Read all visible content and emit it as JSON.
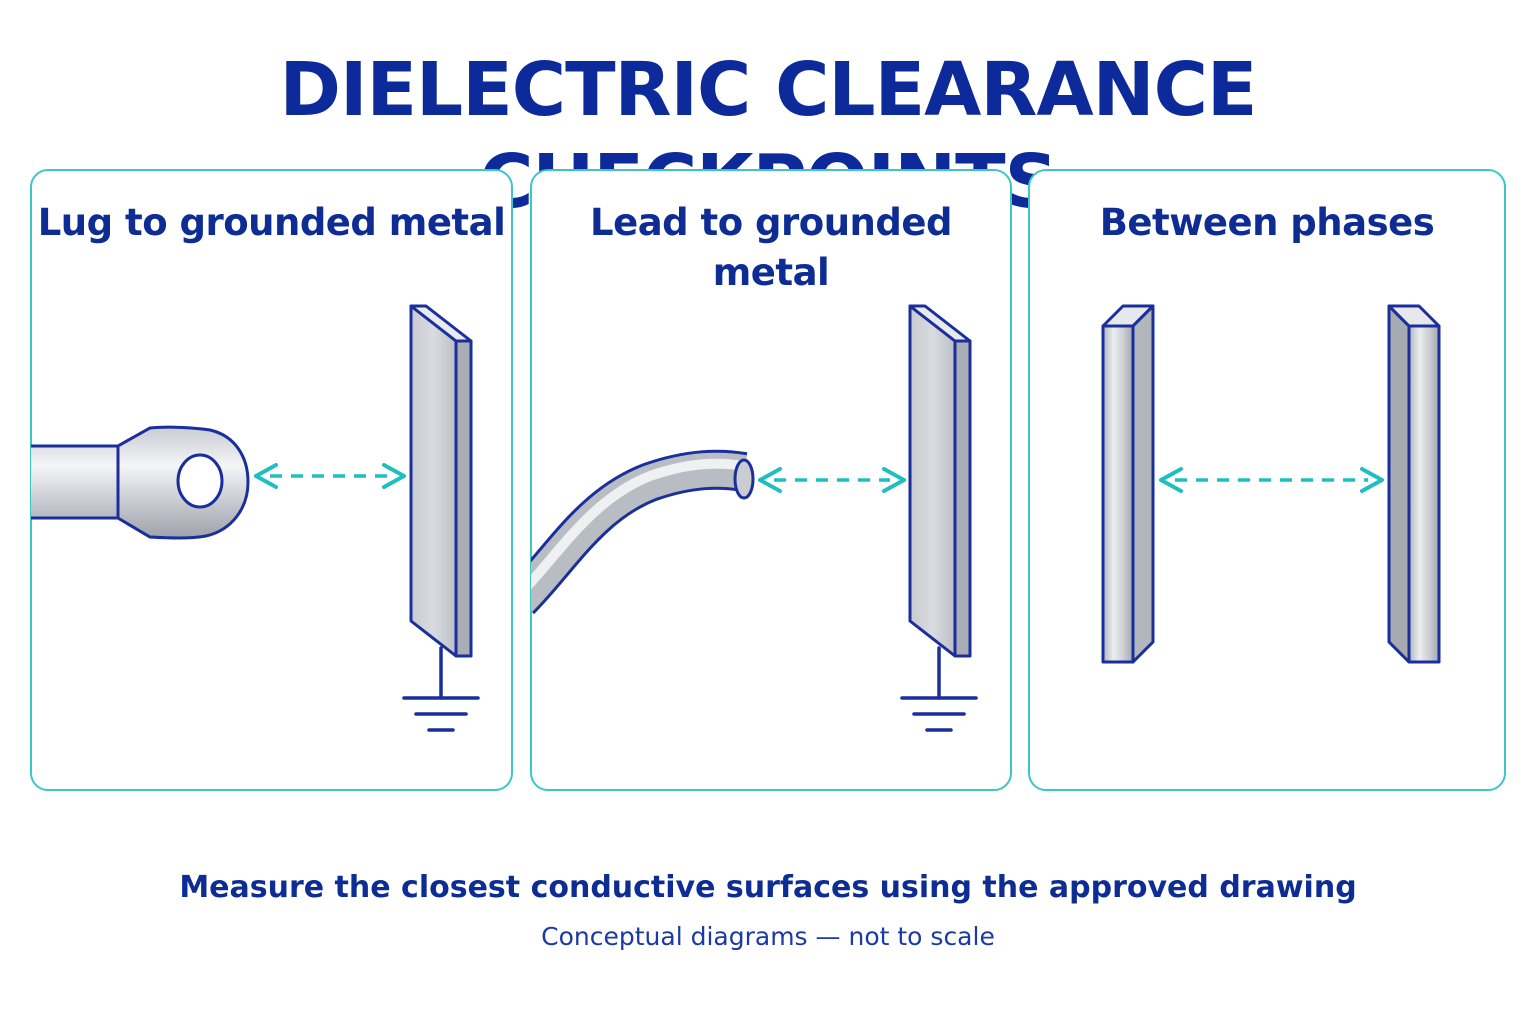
{
  "title": "DIELECTRIC CLEARANCE CHECKPOINTS",
  "panels": [
    {
      "title": "Lug to grounded metal",
      "conductor": "ring-lug",
      "target": "grounded-plate"
    },
    {
      "title": "Lead to grounded metal",
      "conductor": "bent-lead",
      "target": "grounded-plate"
    },
    {
      "title": "Between phases",
      "conductor": "phase-bar",
      "target": "phase-bar"
    }
  ],
  "footer": {
    "instruction": "Measure the closest conductive surfaces using the approved drawing",
    "note": "Conceptual diagrams — not to scale"
  },
  "colors": {
    "title": "#0c2a9a",
    "outline": "#1a2f9c",
    "panel_border": "#3cc6c8",
    "arrow": "#1fbfc1",
    "metal_light": "#e4e6ea",
    "metal_dark": "#a6aab2"
  },
  "icons": [
    "ring-lug-icon",
    "bent-lead-icon",
    "grounded-plate-icon",
    "ground-symbol-icon",
    "phase-bar-icon",
    "clearance-arrow-icon"
  ]
}
